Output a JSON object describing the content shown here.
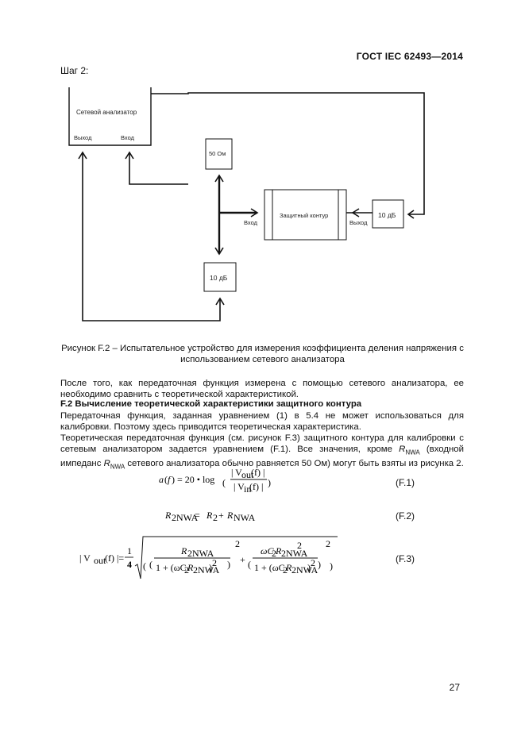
{
  "header": {
    "doc_id": "ГОСТ IEC 62493—2014"
  },
  "step_label": "Шаг 2:",
  "diagram": {
    "network_analyzer_label": "Сетевой анализатор",
    "out_port_label": "Выход",
    "in_port_label": "Вход",
    "resistor_label": "50 Ом",
    "protective_circuit_label": "Защитный контур",
    "pc_input_label": "Вход",
    "pc_output_label": "Выход",
    "attenuator_right_label": "10 дБ",
    "attenuator_bottom_label": "10 дБ"
  },
  "caption": {
    "line1": "Рисунок F.2 – Испытательное устройство для измерения коэффициента деления напряжения с",
    "line2": "использованием сетевого анализатора"
  },
  "paragraphs": {
    "p1": "После того, как передаточная функция измерена с помощью сетевого анализатора, ее необходимо сравнить с теоретической характеристикой.",
    "section_heading": "F.2   Вычисление теоретической характеристики защитного контура",
    "p2": "Передаточная функция, заданная уравнением (1) в 5.4 не может использоваться для калибровки. Поэтому здесь приводится теоретическая характеристика.",
    "p3": "Теоретическая передаточная функция (см. рисунок F.3) защитного контура для калибровки с сетевым анализатором задается уравнением (F.1). Все значения, кроме R_NWA (входной импеданс R_NWA сетевого анализатора обычно равняется 50 Ом) могут быть взяты из рисунка 2."
  },
  "equations": {
    "f1_number": "(F.1)",
    "f2_number": "(F.2)",
    "f3_number": "(F.3)"
  },
  "page_number": "27"
}
